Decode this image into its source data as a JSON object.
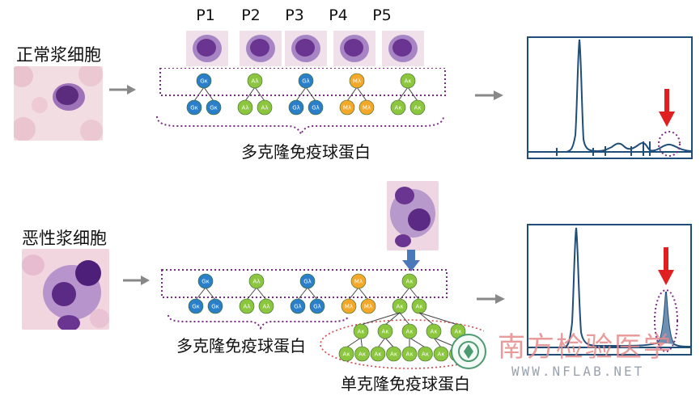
{
  "normal": {
    "label": "正常浆细胞",
    "plasma_labels": [
      "P1",
      "P2",
      "P3",
      "P4",
      "P5"
    ],
    "parents": [
      "Gκ",
      "Aλ",
      "Gλ",
      "Mλ",
      "Aκ"
    ],
    "children": [
      "Gκ",
      "Gκ",
      "Aλ",
      "Aλ",
      "Gλ",
      "Gλ",
      "Mλ",
      "Mλ",
      "Aκ",
      "Aκ"
    ],
    "caption": "多克隆免疫球蛋白"
  },
  "malignant": {
    "label": "恶性浆细胞",
    "parents": [
      "Gκ",
      "Aλ",
      "Gλ",
      "Mλ",
      "Aκ"
    ],
    "children": [
      "Gκ",
      "Gκ",
      "Aλ",
      "Aλ",
      "Gλ",
      "Gλ",
      "Mλ",
      "Mλ",
      "Aκ",
      "Aκ"
    ],
    "clone_row1": [
      "Aκ",
      "Aκ",
      "Aκ",
      "Aκ",
      "Aκ"
    ],
    "clone_row2": [
      "Aκ",
      "Aκ",
      "Aκ",
      "Aκ",
      "Aκ",
      "Aκ",
      "Aκ",
      "Aκ",
      "Aκ"
    ],
    "poly_caption": "多克隆免疫球蛋白",
    "mono_caption": "单克隆免疫球蛋白"
  },
  "watermark": {
    "text": "南方检验医学",
    "url": "WWW.NFLAB.NET"
  },
  "colors": {
    "blue": "#2a7fc8",
    "green": "#8cc63f",
    "orange": "#f4a82a",
    "purple_dash": "#7b2a86",
    "curve": "#1f4e79",
    "red_arrow": "#e02020"
  }
}
